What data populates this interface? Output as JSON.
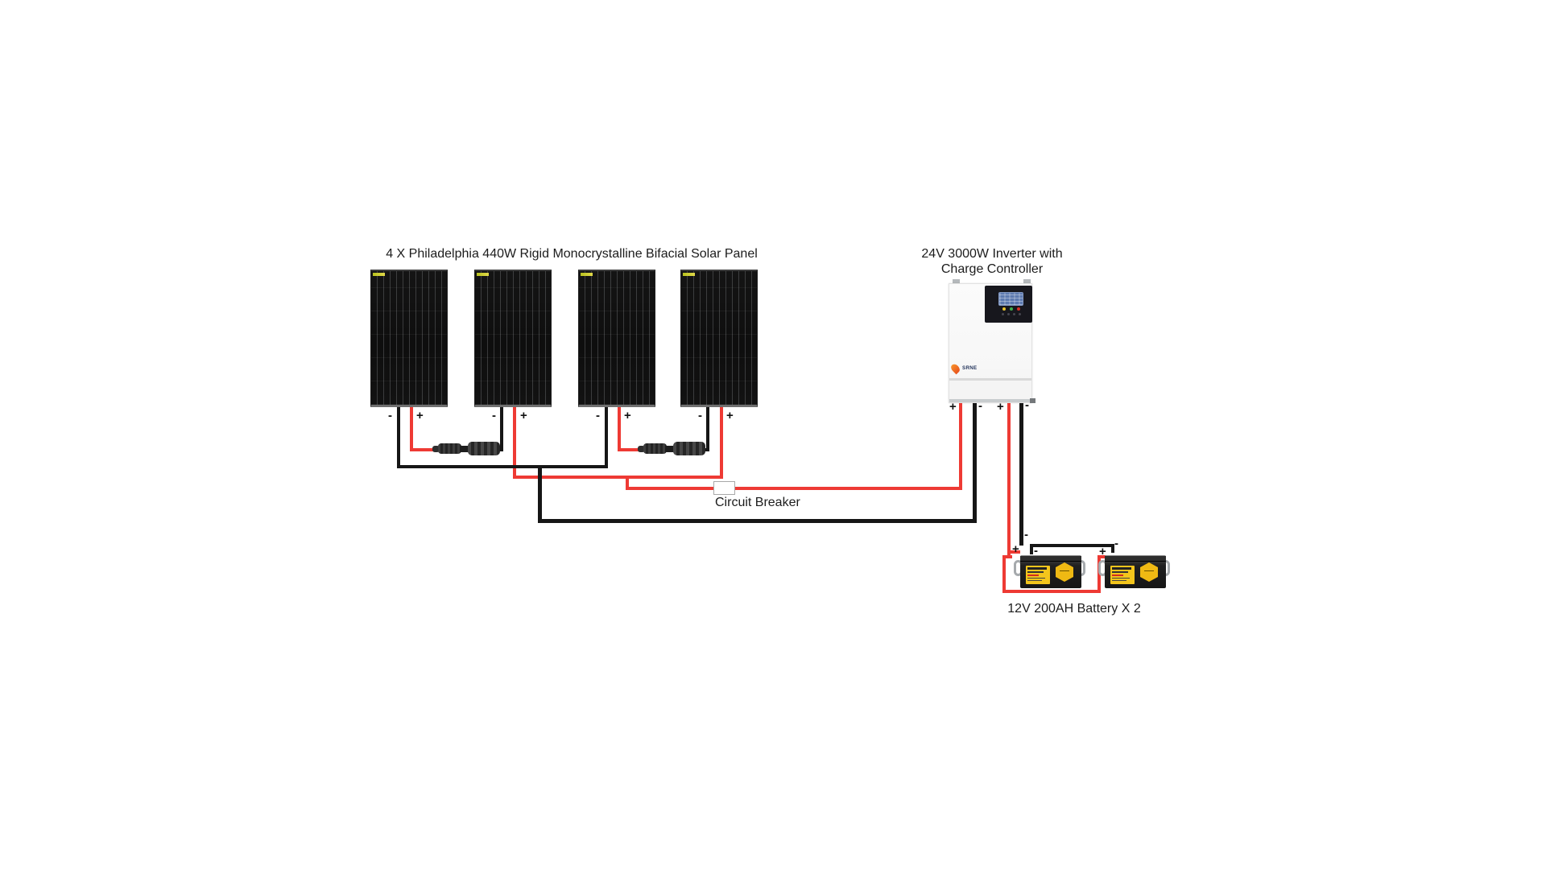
{
  "labels": {
    "minus": "-",
    "plus": "+"
  },
  "solar_array": {
    "title": "4 X Philadelphia 440W Rigid Monocrystalline Bifacial Solar Panel",
    "panel_count": 4
  },
  "inverter": {
    "title_line1": "24V 3000W Inverter with",
    "title_line2": "Charge Controller",
    "brand": "SRNE",
    "terminal_labels": [
      "+",
      "-",
      "+",
      "-"
    ]
  },
  "circuit_breaker": {
    "label": "Circuit Breaker"
  },
  "batteries": {
    "caption": "12V 200AH Battery X 2",
    "count": 2
  },
  "colors": {
    "wire_positive": "#ee3a34",
    "wire_negative": "#161616",
    "panel_body": "#0e0e0e",
    "battery_label_yellow": "#f3c51c",
    "lcd_blue": "#5d7ab0",
    "brand_orange": "#f6912b",
    "led_yellow": "#e8c531",
    "led_green": "#3fae49",
    "led_red": "#d93025"
  }
}
